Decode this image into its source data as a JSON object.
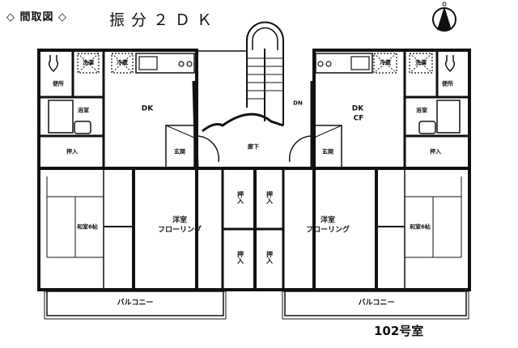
{
  "header": {
    "plan_label": "◇ 間取図 ◇",
    "type_label": "振分２ＤＫ"
  },
  "compass": {
    "icon": "north-arrow-icon",
    "direction": "N"
  },
  "unit_number": "102号室",
  "rooms": {
    "left": {
      "toilet": "便所",
      "washer": "洗濯",
      "fridge": "冷蔵",
      "bath": "浴室",
      "dk": "DK",
      "closet_top": "押入",
      "entrance": "玄関",
      "washitsu": "和室6帖",
      "yoshitsu_1": "洋室",
      "yoshitsu_2": "フローリング",
      "balcony": "バルコニー"
    },
    "right": {
      "toilet": "便所",
      "washer": "洗濯",
      "fridge": "冷蔵",
      "bath": "浴室",
      "dk_1": "DK",
      "dk_2": "CF",
      "closet_top": "押入",
      "entrance": "玄関",
      "washitsu": "和室6帖",
      "yoshitsu_1": "洋室",
      "yoshitsu_2": "フローリング",
      "balcony": "バルコニー"
    },
    "center": {
      "corridor": "廊下",
      "stairs_down": "DN",
      "closets": [
        "押入",
        "押入",
        "押入",
        "押入"
      ]
    }
  },
  "colors": {
    "line": "#111111",
    "background": "#ffffff"
  }
}
